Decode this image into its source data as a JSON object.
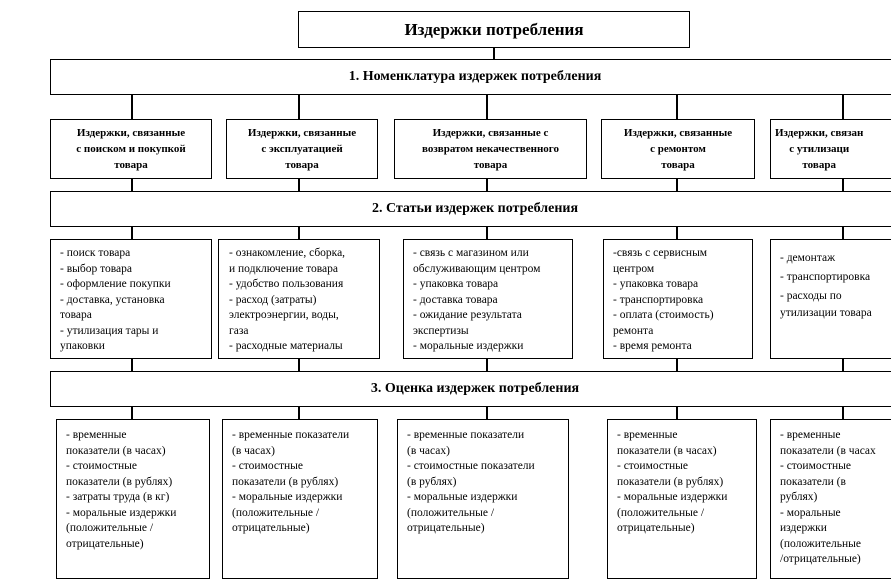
{
  "title": "Издержки потребления",
  "section1": "1. Номенклатура издержек потребления",
  "section2": "2. Статьи издержек потребления",
  "section3": "3. Оценка издержек потребления",
  "categories": [
    "Издержки, связанные\nс поиском и покупкой\nтовара",
    "Издержки, связанные\nс эксплуатацией\nтовара",
    "Издержки, связанные с\nвозвратом некачественного\nтовара",
    "Издержки, связанные\nс ремонтом\nтовара",
    "Издержки, связан\nс утилизаци\nтовара"
  ],
  "articles": [
    [
      "- поиск товара",
      "- выбор товара",
      "- оформление покупки",
      "- доставка, установка\nтовара",
      "- утилизация тары и\nупаковки"
    ],
    [
      " - ознакомление, сборка,\nи подключение товара",
      "- удобство пользования",
      "- расход (затраты)\nэлектроэнергии, воды,\nгаза",
      "- расходные материалы"
    ],
    [
      "- связь с магазином или\nобслуживающим центром",
      "- упаковка товара",
      "- доставка товара",
      "- ожидание результата\nэкспертизы",
      "- моральные издержки"
    ],
    [
      "-связь с сервисным\nцентром",
      "- упаковка товара",
      "- транспортировка",
      "- оплата (стоимость)\nремонта",
      "- время ремонта"
    ],
    [
      "- демонтаж",
      "- транспортировка",
      "- расходы по\nутилизации товара"
    ]
  ],
  "evaluations": [
    [
      "- временные\nпоказатели (в часах)",
      "- стоимостные\nпоказатели (в рублях)",
      "- затраты труда (в кг)",
      "- моральные издержки\n(положительные /\nотрицательные)"
    ],
    [
      "- временные показатели\n(в часах)",
      "- стоимостные\nпоказатели (в рублях)",
      "- моральные издержки\n(положительные /\nотрицательные)"
    ],
    [
      "- временные показатели\n(в часах)",
      "- стоимостные показатели\n(в рублях)",
      "- моральные издержки\n(положительные /\nотрицательные)"
    ],
    [
      "- временные\nпоказатели (в часах)",
      "- стоимостные\nпоказатели (в рублях)",
      "- моральные издержки\n(положительные /\nотрицательные)"
    ],
    [
      "- временные\nпоказатели (в часах",
      "- стоимостные\nпоказатели (в\nрублях)",
      "- моральные\nиздержки\n(положительные\n/отрицательные)"
    ]
  ]
}
